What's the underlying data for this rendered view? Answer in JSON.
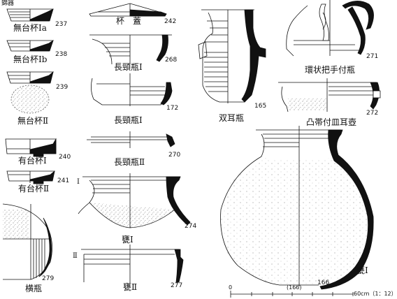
{
  "corner_text": "錦器",
  "labels": {
    "mudai_1a": "無台杯Ⅰa",
    "mudai_1b": "無台杯Ⅰb",
    "mudai_2": "無台杯Ⅱ",
    "yudai_1": "有台杯Ⅰ",
    "yudai_2": "有台杯Ⅱ",
    "yokobe": "横瓶",
    "futa": "杯　蓋",
    "chokei_1a": "長頸瓶Ⅰ",
    "chokei_1b": "長頸瓶Ⅰ",
    "chokei_2": "長頸瓶Ⅱ",
    "kame_1_small": "甕Ⅰ",
    "kame_2": "甕Ⅱ",
    "soji": "双耳瓶",
    "kanjo": "環状把手付瓶",
    "totai": "凸帯付皿耳壺",
    "kame_1_large": "甕Ⅰ",
    "marker_1": "Ⅰ",
    "marker_2": "Ⅱ"
  },
  "numbers": {
    "n237": "237",
    "n238": "238",
    "n239": "239",
    "n240": "240",
    "n241": "241",
    "n279": "279",
    "n242": "242",
    "n268": "268",
    "n172": "172",
    "n270": "270",
    "n274": "274",
    "n277": "277",
    "n165": "165",
    "n271": "271",
    "n272": "272",
    "n166": "166"
  },
  "scale": {
    "zero": "0",
    "mid": "(166)",
    "end": "60cm（1：12）"
  }
}
